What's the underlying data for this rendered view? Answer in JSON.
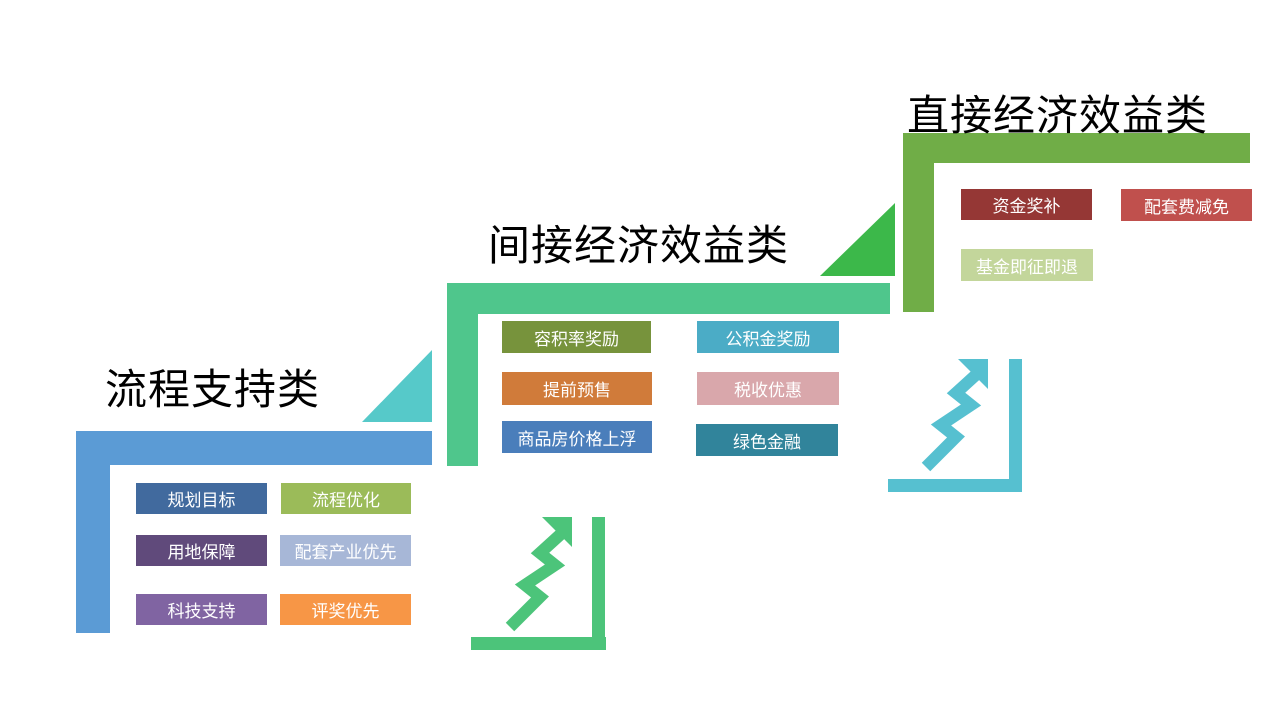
{
  "stages": [
    {
      "title": "流程支持类",
      "color": "#5b9bd5",
      "triangle_color": "#56c9c9",
      "items": [
        {
          "label": "规划目标",
          "color": "#416a9e"
        },
        {
          "label": "流程优化",
          "color": "#9bbb59"
        },
        {
          "label": "用地保障",
          "color": "#604a7b"
        },
        {
          "label": "配套产业优先",
          "color": "#a7b7d7"
        },
        {
          "label": "科技支持",
          "color": "#8064a2"
        },
        {
          "label": "评奖优先",
          "color": "#f79646"
        }
      ]
    },
    {
      "title": "间接经济效益类",
      "color": "#4fc68c",
      "triangle_color": "#3cb84a",
      "items": [
        {
          "label": "容积率奖励",
          "color": "#77933c"
        },
        {
          "label": "公积金奖励",
          "color": "#4bacc6"
        },
        {
          "label": "提前预售",
          "color": "#d07b3a"
        },
        {
          "label": "税收优惠",
          "color": "#d9a7ab"
        },
        {
          "label": "商品房价格上浮",
          "color": "#4a7ebb"
        },
        {
          "label": "绿色金融",
          "color": "#31849b"
        }
      ]
    },
    {
      "title": "直接经济效益类",
      "color": "#70ad47",
      "items": [
        {
          "label": "资金奖补",
          "color": "#953735"
        },
        {
          "label": "配套费减免",
          "color": "#c0504d"
        },
        {
          "label": "基金即征即退",
          "color": "#c3d69b"
        }
      ]
    }
  ],
  "icons": [
    {
      "name": "growth-stairs-icon",
      "color": "#4cc47a"
    },
    {
      "name": "growth-stairs-icon",
      "color": "#56c0d0"
    }
  ]
}
